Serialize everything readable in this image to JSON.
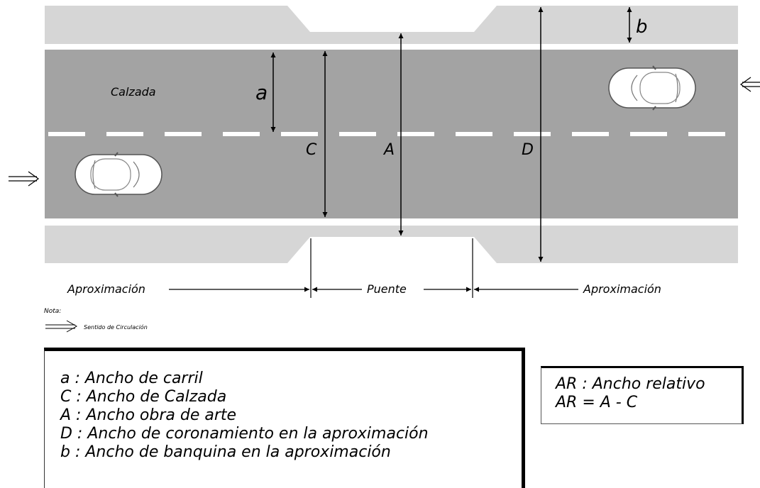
{
  "diagram": {
    "road_label": "Calzada",
    "dim_labels": {
      "a": "a",
      "b": "b",
      "C": "C",
      "A": "A",
      "D": "D"
    },
    "zones": {
      "approach_left": "Aproximación",
      "bridge": "Puente",
      "approach_right": "Aproximación"
    },
    "note_title": "Nota:",
    "note_text": "Sentido de Circulación",
    "colors": {
      "road": "#a3a3a3",
      "shoulder": "#d6d6d6",
      "lane_marking": "#ffffff",
      "lines": "#000000"
    },
    "icons": [
      "car-icon",
      "direction-arrow-icon"
    ]
  },
  "legend": {
    "definitions": [
      "a : Ancho de carril",
      "C : Ancho de Calzada",
      "A : Ancho obra de arte",
      "D : Ancho de coronamiento en la aproximación",
      "b : Ancho de banquina en la aproximación"
    ],
    "relative": [
      "AR : Ancho relativo",
      "AR = A - C"
    ]
  }
}
